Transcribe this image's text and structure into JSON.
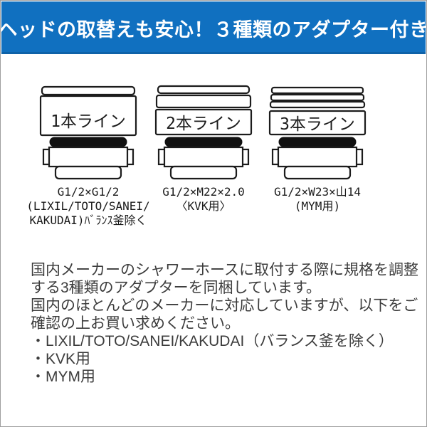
{
  "header": {
    "title": "ヘッドの取替えも安心！３種類のアダプター付き"
  },
  "adapters": [
    {
      "label": "1本ライン",
      "line_count": 1,
      "caption_lines": [
        "G1/2×G1/2",
        "(LIXIL/TOTO/SANEI/",
        "KAKUDAI)ﾊﾞﾗﾝｽ釜除く"
      ]
    },
    {
      "label": "2本ライン",
      "line_count": 2,
      "caption_lines": [
        "G1/2×M22×2.0",
        "〈KVK用〉"
      ]
    },
    {
      "label": "3本ライン",
      "line_count": 3,
      "caption_lines": [
        "G1/2×W23×山14",
        "(MYM用)"
      ]
    }
  ],
  "description": {
    "lines": [
      "国内メーカーのシャワーホースに取付する際に規格を調整",
      "する3種類のアダプターを同梱しています。",
      "国内のほとんどのメーカーに対応していますが、以下をご",
      "確認の上お買い求めください。",
      "・LIXIL/TOTO/SANEI/KAKUDAI（バランス釜を除く）",
      "・KVK用",
      "・MYM用"
    ]
  },
  "colors": {
    "header_bg": "#1070c0",
    "header_text": "#ffffff",
    "line_art": "#1c1c1c",
    "body_text": "#3c3c3c",
    "frame_border": "#9e9e9e"
  }
}
